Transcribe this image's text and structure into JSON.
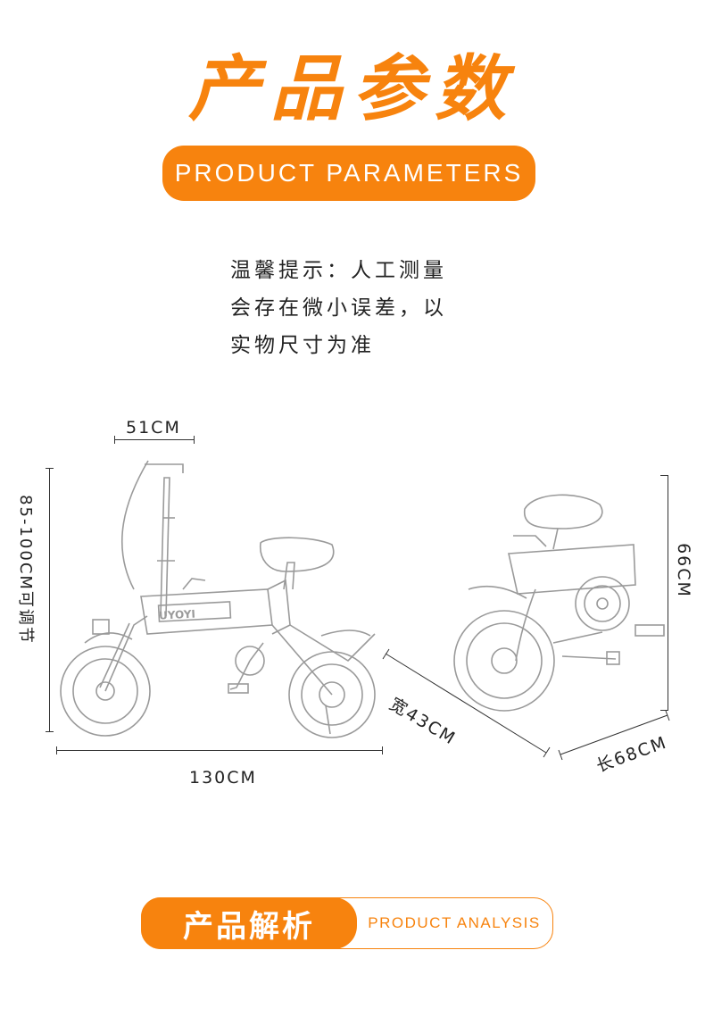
{
  "header": {
    "title_cn": "产品参数",
    "title_en": "PRODUCT PARAMETERS"
  },
  "notice": {
    "lines": [
      "温馨提示：人工测量",
      "会存在微小误差，以",
      "实物尺寸为准"
    ]
  },
  "dimensions": {
    "handlebar_width": "51CM",
    "height_adjust": "85-100CM可调节",
    "length": "130CM",
    "folded_height": "66CM",
    "folded_width": "宽43CM",
    "folded_length": "长68CM"
  },
  "bike": {
    "brand_text": "UYOYI"
  },
  "footer": {
    "section_cn": "产品解析",
    "section_en": "PRODUCT ANALYSIS"
  },
  "colors": {
    "accent": "#f7830e",
    "line": "#333333",
    "sketch": "#9a9a9a"
  }
}
